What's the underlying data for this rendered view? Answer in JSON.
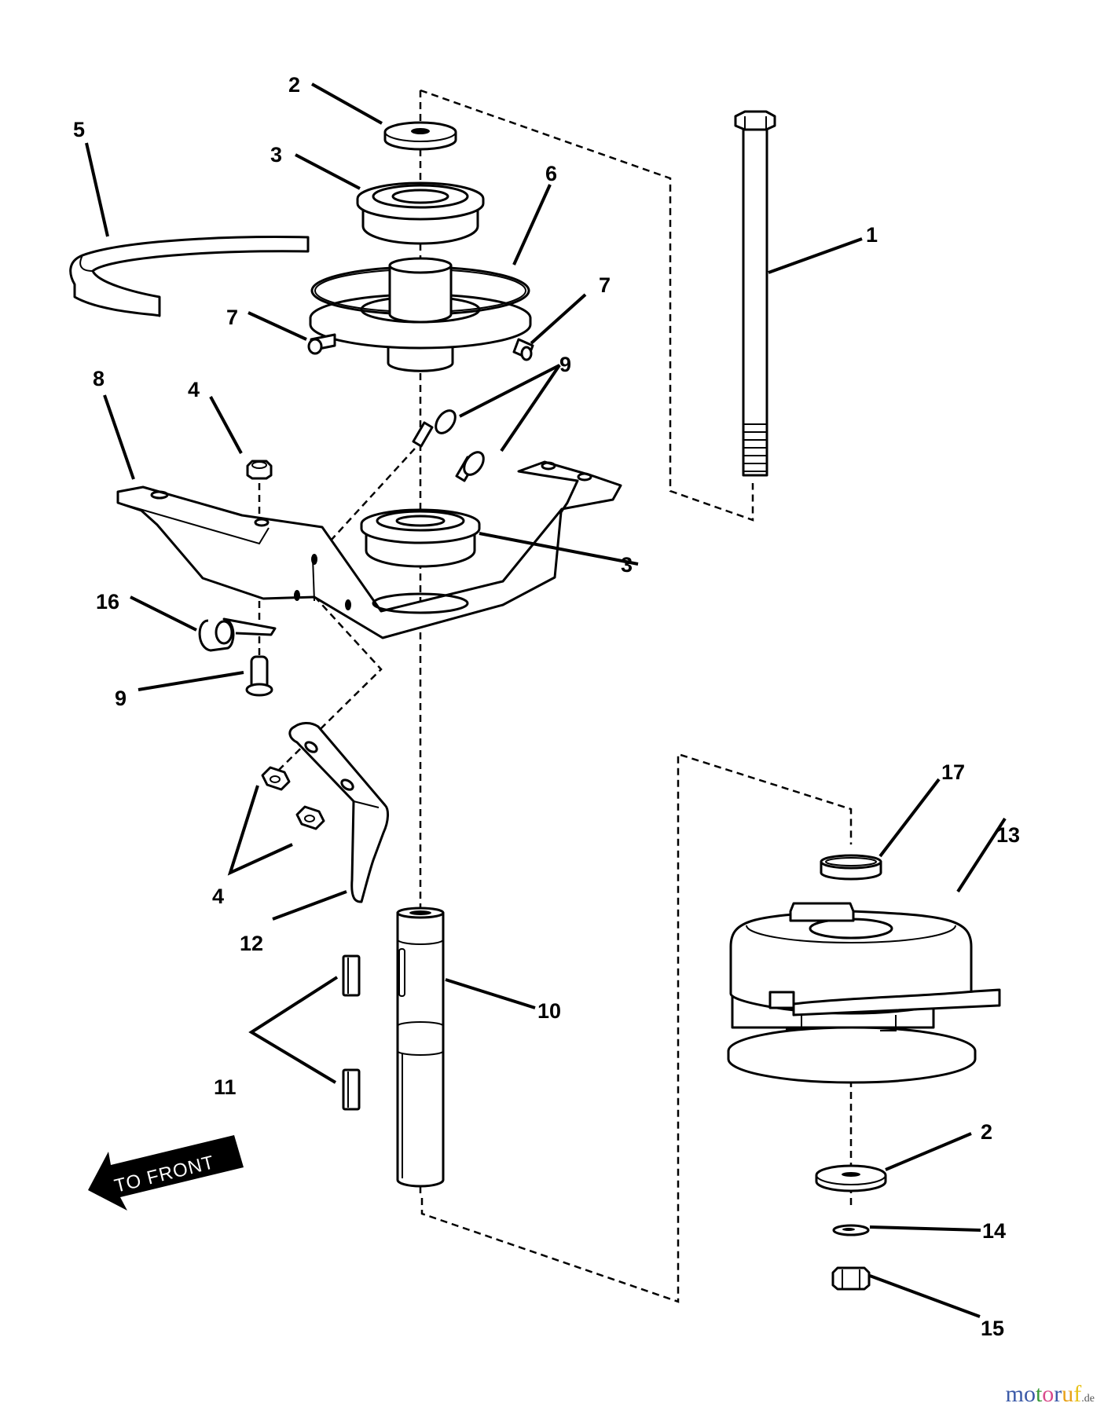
{
  "diagram": {
    "type": "exploded-parts-view",
    "direction_label": "TO FRONT",
    "callouts": [
      {
        "id": "c1",
        "label": "1",
        "part": "bolt"
      },
      {
        "id": "c2a",
        "label": "2",
        "part": "washer (upper)"
      },
      {
        "id": "c2b",
        "label": "2",
        "part": "washer (lower)"
      },
      {
        "id": "c3a",
        "label": "3",
        "part": "bearing (upper)"
      },
      {
        "id": "c3b",
        "label": "3",
        "part": "bearing (lower)"
      },
      {
        "id": "c4a",
        "label": "4",
        "part": "nut (bracket)"
      },
      {
        "id": "c4b",
        "label": "4",
        "part": "nuts (arm)"
      },
      {
        "id": "c5",
        "label": "5",
        "part": "belt guide"
      },
      {
        "id": "c6",
        "label": "6",
        "part": "pulley"
      },
      {
        "id": "c7a",
        "label": "7",
        "part": "set screw (left)"
      },
      {
        "id": "c7b",
        "label": "7",
        "part": "set screw (right)"
      },
      {
        "id": "c8",
        "label": "8",
        "part": "bracket"
      },
      {
        "id": "c9a",
        "label": "9",
        "part": "carriage bolts (upper)"
      },
      {
        "id": "c9b",
        "label": "9",
        "part": "carriage bolt (lower)"
      },
      {
        "id": "c10",
        "label": "10",
        "part": "shaft"
      },
      {
        "id": "c11",
        "label": "11",
        "part": "keys"
      },
      {
        "id": "c12",
        "label": "12",
        "part": "arm"
      },
      {
        "id": "c13",
        "label": "13",
        "part": "electric clutch"
      },
      {
        "id": "c14",
        "label": "14",
        "part": "lock washer"
      },
      {
        "id": "c15",
        "label": "15",
        "part": "nut"
      },
      {
        "id": "c16",
        "label": "16",
        "part": "cable clamp"
      },
      {
        "id": "c17",
        "label": "17",
        "part": "spacer"
      }
    ]
  },
  "watermark": {
    "letters": [
      {
        "ch": "m",
        "color": "#3b5aa8"
      },
      {
        "ch": "o",
        "color": "#3b5aa8"
      },
      {
        "ch": "t",
        "color": "#3a9a3a"
      },
      {
        "ch": "o",
        "color": "#d94b8c"
      },
      {
        "ch": "r",
        "color": "#3b5aa8"
      },
      {
        "ch": "u",
        "color": "#e8a21a"
      },
      {
        "ch": "f",
        "color": "#e8c21a"
      }
    ],
    "suffix": ".de"
  }
}
